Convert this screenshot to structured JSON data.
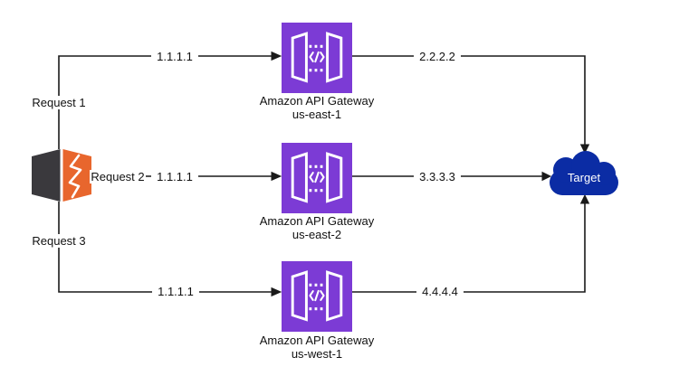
{
  "diagram": {
    "source": {
      "icon": "burp-suite-icon"
    },
    "rows": [
      {
        "request_label": "Request 1",
        "inbound_ip": "1.1.1.1",
        "outbound_ip": "2.2.2.2",
        "gateway_title": "Amazon API Gateway",
        "gateway_region": "us-east-1"
      },
      {
        "request_label": "Request 2",
        "inbound_ip": "1.1.1.1",
        "outbound_ip": "3.3.3.3",
        "gateway_title": "Amazon API Gateway",
        "gateway_region": "us-east-2"
      },
      {
        "request_label": "Request 3",
        "inbound_ip": "1.1.1.1",
        "outbound_ip": "4.4.4.4",
        "gateway_title": "Amazon API Gateway",
        "gateway_region": "us-west-1"
      }
    ],
    "target": {
      "label": "Target"
    },
    "colors": {
      "gateway_purple": "#7C3BD5",
      "target_blue": "#0B2CA4",
      "source_orange": "#E8662D",
      "source_dark": "#3A393D",
      "connector": "#1A1A1A"
    }
  }
}
